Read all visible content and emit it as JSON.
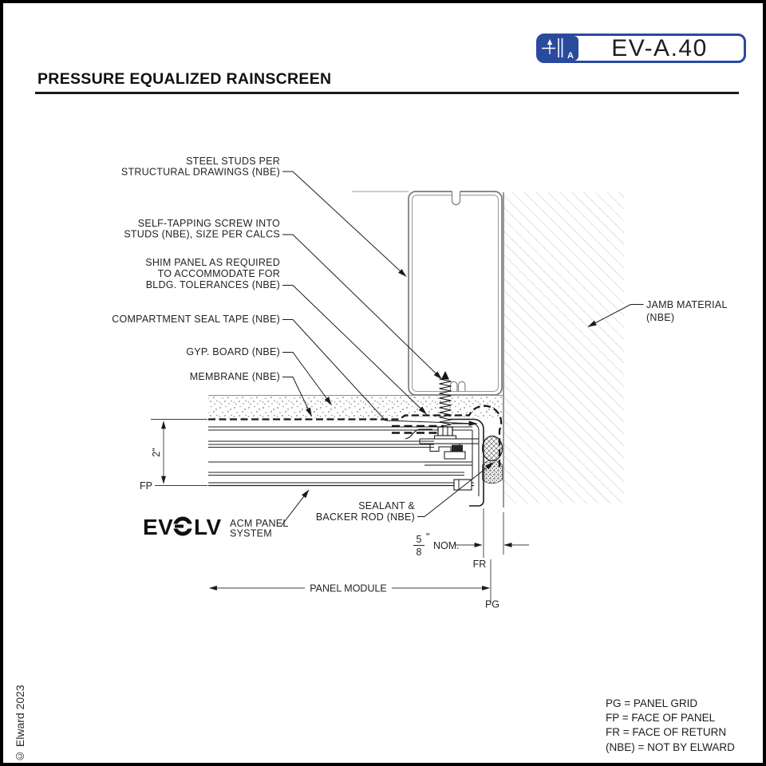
{
  "header": {
    "sheet_number": "EV-A.40",
    "icon_letter": "A"
  },
  "page_title": "PRESSURE EQUALIZED RAINSCREEN",
  "footer_copyright": "© Elward 2023",
  "logo": {
    "left": "EV",
    "right": "LV"
  },
  "callouts": {
    "steel_studs": {
      "lines": [
        "STEEL STUDS PER",
        "STRUCTURAL DRAWINGS  (NBE)"
      ]
    },
    "self_tapping_screw": {
      "lines": [
        "SELF-TAPPING SCREW INTO",
        "STUDS (NBE), SIZE PER CALCS"
      ]
    },
    "shim_panel": {
      "lines": [
        "SHIM PANEL AS REQUIRED",
        "TO ACCOMMODATE FOR",
        "BLDG. TOLERANCES  (NBE)"
      ]
    },
    "compartment_seal_tape": {
      "lines": [
        "COMPARTMENT SEAL TAPE  (NBE)"
      ]
    },
    "gyp_board": {
      "lines": [
        "GYP. BOARD  (NBE)"
      ]
    },
    "membrane": {
      "lines": [
        "MEMBRANE  (NBE)"
      ]
    },
    "jamb_material": {
      "lines": [
        "JAMB MATERIAL",
        "(NBE)"
      ]
    },
    "sealant_backer_rod": {
      "lines": [
        "SEALANT &",
        "BACKER ROD  (NBE)"
      ]
    },
    "acm_panel_system": {
      "lines": [
        "ACM PANEL",
        "SYSTEM"
      ]
    }
  },
  "dimensions": {
    "panel_depth": "2\"",
    "gap_numerator": "5",
    "gap_denominator": "8",
    "gap_unit": "\"",
    "gap_label": "NOM.",
    "panel_module": "PANEL MODULE"
  },
  "marks": {
    "fp": "FP",
    "fr": "FR",
    "pg": "PG"
  },
  "legend": {
    "items": [
      "PG = PANEL GRID",
      "FP = FACE OF PANEL",
      "FR = FACE OF RETURN",
      "(NBE) = NOT BY ELWARD"
    ]
  },
  "colors": {
    "accent_blue": "#2a4a9e",
    "hatch_gray": "#bdbdbd",
    "line_dark": "#1b1b1b"
  }
}
